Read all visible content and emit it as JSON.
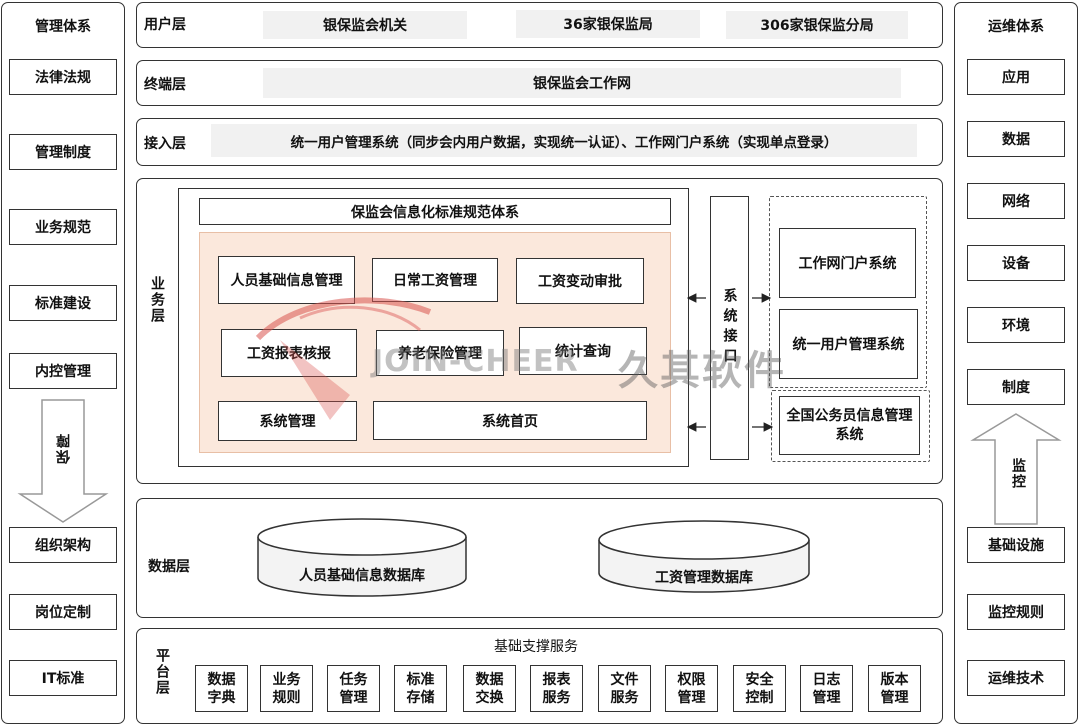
{
  "left": {
    "title": "管理体系",
    "items": [
      "法律法规",
      "管理制度",
      "业务规范",
      "标准建设",
      "内控管理",
      "组织架构",
      "岗位定制",
      "IT标准"
    ],
    "arrow_label": "保障"
  },
  "right": {
    "title": "运维体系",
    "items": [
      "应用",
      "数据",
      "网络",
      "设备",
      "环境",
      "制度",
      "基础设施",
      "监控规则",
      "运维技术"
    ],
    "arrow_label": "监控"
  },
  "user_layer": {
    "label": "用户层",
    "items": [
      "银保监会机关",
      "36家银保监局",
      "306家银保监分局"
    ]
  },
  "terminal_layer": {
    "label": "终端层",
    "content": "银保监会工作网"
  },
  "access_layer": {
    "label": "接入层",
    "content": "统一用户管理系统（同步会内用户数据，实现统一认证）、工作网门户系统（实现单点登录）"
  },
  "business_layer": {
    "label": "业务层",
    "standard": "保监会信息化标准规范体系",
    "modules": [
      "人员基础信息管理",
      "日常工资管理",
      "工资变动审批",
      "工资报表核报",
      "养老保险管理",
      "统计查询",
      "系统管理",
      "系统首页"
    ],
    "interface": "系统接口",
    "external": [
      "工作网门户系统",
      "统一用户管理系统",
      "全国公务员信息管理系统"
    ]
  },
  "data_layer": {
    "label": "数据层",
    "databases": [
      "人员基础信息数据库",
      "工资管理数据库"
    ]
  },
  "platform_layer": {
    "label": "平台层",
    "title": "基础支撑服务",
    "services": [
      [
        "数据",
        "字典"
      ],
      [
        "业务",
        "规则"
      ],
      [
        "任务",
        "管理"
      ],
      [
        "标准",
        "存储"
      ],
      [
        "数据",
        "交换"
      ],
      [
        "报表",
        "服务"
      ],
      [
        "文件",
        "服务"
      ],
      [
        "权限",
        "管理"
      ],
      [
        "安全",
        "控制"
      ],
      [
        "日志",
        "管理"
      ],
      [
        "版本",
        "管理"
      ]
    ]
  },
  "watermark": {
    "latin": "JOIN-CHEER",
    "cjk": "久其软件"
  },
  "colors": {
    "module_area_bg": "#fbe8dc",
    "watermark_red": "#d9534f"
  }
}
